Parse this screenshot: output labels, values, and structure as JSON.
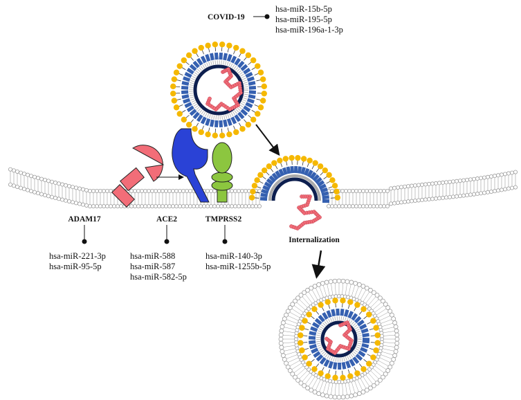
{
  "virus": {
    "name": "COVID-19",
    "mirnas": [
      "hsa-miR-15b-5p",
      "hsa-miR-195-5p",
      "hsa-miR-196a-1-3p"
    ]
  },
  "receptors": [
    {
      "key": "adam17",
      "name": "ADAM17",
      "mirnas": [
        "hsa-miR-221-3p",
        "hsa-miR-95-5p"
      ]
    },
    {
      "key": "ace2",
      "name": "ACE2",
      "mirnas": [
        "hsa-miR-588",
        "hsa-miR-587",
        "hsa-miR-582-5p"
      ]
    },
    {
      "key": "tmprss2",
      "name": "TMPRSS2",
      "mirnas": [
        "hsa-miR-140-3p",
        "hsa-miR-1255b-5p"
      ]
    }
  ],
  "process": {
    "internalization": "Internalization"
  },
  "colors": {
    "spike_yellow": "#f5b800",
    "capsid_blue": "#3560b0",
    "capsid_dark": "#0d1f4f",
    "rna_red": "#f26d78",
    "adam17_red": "#f26d78",
    "ace2_blue": "#2a42d6",
    "tmprss2_green": "#8cc63f",
    "membrane_gray": "#9a9a9a"
  }
}
